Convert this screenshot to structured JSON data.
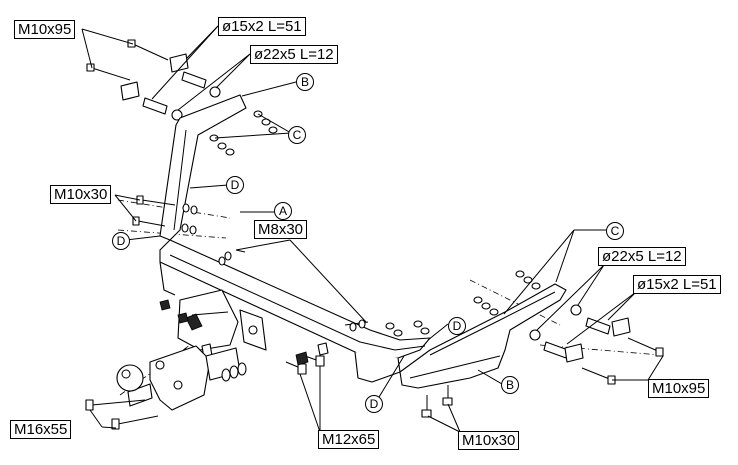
{
  "labels": {
    "m10x95_top": "M10x95",
    "d15_top": "ø15x2 L=51",
    "d22_top": "ø22x5 L=12",
    "m10x30_left": "M10x30",
    "m8x30": "M8x30",
    "d22_right": "ø22x5 L=12",
    "d15_right": "ø15x2 L=51",
    "m10x95_right": "M10x95",
    "m16x55": "M16x55",
    "m12x65": "M12x65",
    "m10x30_bottom": "M10x30"
  },
  "markers": {
    "b_top": "B",
    "c_top": "C",
    "d_upper": "D",
    "d_left": "D",
    "a": "A",
    "c_right": "C",
    "d_right": "D",
    "b_right": "B",
    "d_bottom": "D"
  }
}
